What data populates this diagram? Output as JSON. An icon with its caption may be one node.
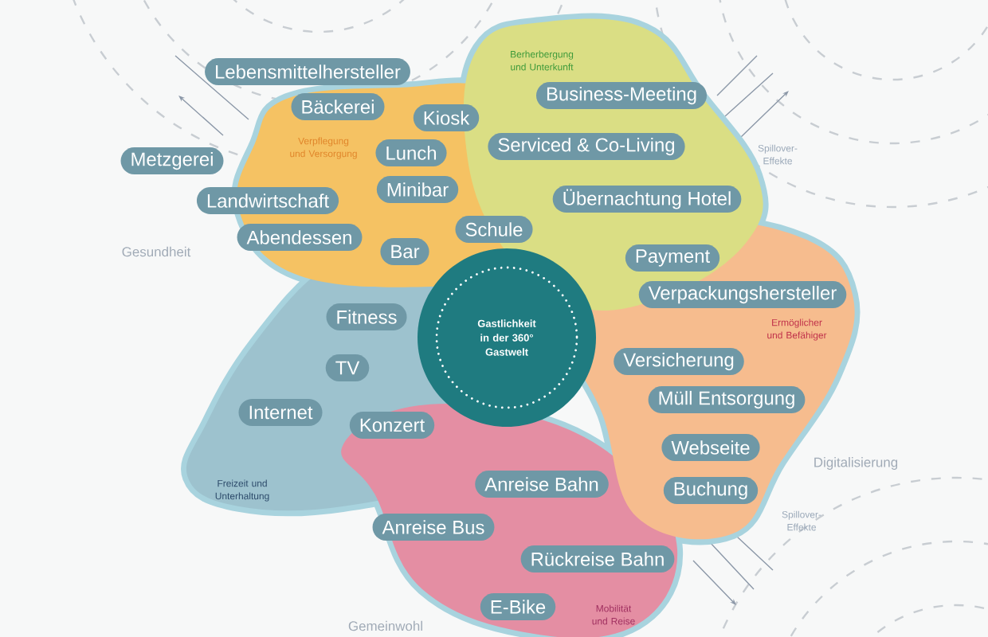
{
  "diagram": {
    "nodes": [
      {
        "text": [
          "Lebensmittelhersteller"
        ]
      },
      {
        "text": [
          "Business-Meeting"
        ]
      },
      {
        "text": [
          "Bäckerei"
        ]
      },
      {
        "text": [
          "Kiosk"
        ]
      },
      {
        "text": [
          "Serviced & Co-Living"
        ]
      },
      {
        "text": [
          "Lunch"
        ]
      },
      {
        "text": [
          "Metzgerei"
        ]
      },
      {
        "text": [
          "Minibar"
        ]
      },
      {
        "text": [
          "Landwirtschaft"
        ]
      },
      {
        "text": [
          "Übernachtung Hotel"
        ]
      },
      {
        "text": [
          "Schule"
        ]
      },
      {
        "text": [
          "Abendessen"
        ]
      },
      {
        "text": [
          "Bar"
        ]
      },
      {
        "text": [
          "Payment"
        ]
      },
      {
        "text": [
          "Verpackungshersteller"
        ]
      },
      {
        "text": [
          "Fitness"
        ]
      },
      {
        "text": [
          "Gastlichkeit in der 360° Gastwelt"
        ]
      },
      {
        "text": [
          "Versicherung"
        ]
      },
      {
        "text": [
          "TV"
        ]
      },
      {
        "text": [
          "Müll Entsorgung"
        ]
      },
      {
        "text": [
          "Internet"
        ]
      },
      {
        "text": [
          "Konzert"
        ]
      },
      {
        "text": [
          "Webseite"
        ]
      },
      {
        "text": [
          "Anreise Bahn"
        ]
      },
      {
        "text": [
          "Buchung"
        ]
      },
      {
        "text": [
          "Anreise Bus"
        ]
      },
      {
        "text": [
          "Rückreise Bahn"
        ]
      },
      {
        "text": [
          "E-Bike"
        ]
      }
    ],
    "labels": [
      "Berherbergung und Unterkunft",
      "Spillover-Effekte",
      "Verpflegung und Versorgung",
      "Gesundheit",
      "Ermöglicher und Befähiger",
      "Digitalisierung",
      "Freizeit und Unterhaltung",
      "Spillover-Effekte",
      "Mobilität und Reise",
      "Gemeinwohl"
    ]
  }
}
